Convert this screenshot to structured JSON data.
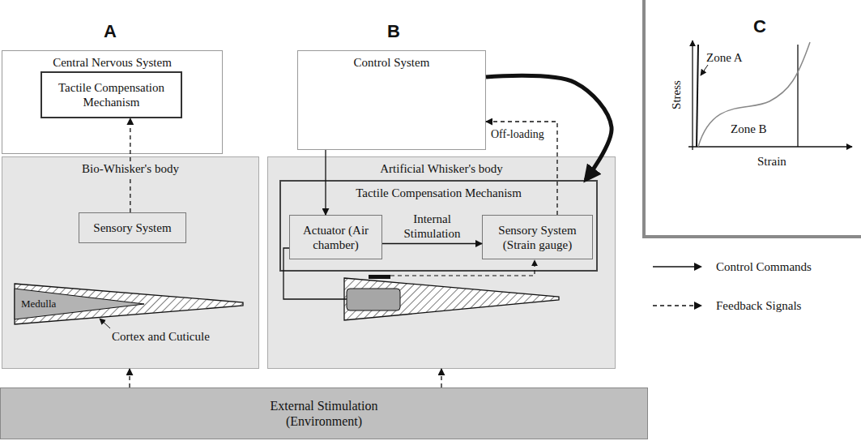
{
  "diagram": {
    "nodes": [
      {
        "text": [
          "Central Nervous System"
        ]
      },
      {
        "text": [
          "Tactile Compensation Mechanism"
        ],
        "in": 0
      },
      {
        "text": [
          "Control System"
        ]
      },
      {
        "text": [
          "Bio-Whisker's body"
        ]
      },
      {
        "text": [
          "Sensory System"
        ],
        "in": 3
      },
      {
        "text": [
          "Artificial Whisker's body"
        ]
      },
      {
        "text": [
          "Tactile Compensation Mechanism"
        ],
        "in": 5
      },
      {
        "text": [
          "Actuator (Air chamber)"
        ],
        "in": 6
      },
      {
        "text": [
          "Sensory System (Strain gauge)"
        ],
        "in": 6
      },
      {
        "text": [
          "External Stimulation (Environment)"
        ]
      }
    ],
    "edges": [
      {
        "from": 4,
        "to": 1,
        "arrow": "to"
      },
      {
        "from": 2,
        "to": 7,
        "arrow": "to"
      },
      {
        "from": 7,
        "to": 8,
        "label": "Internal Stimulation",
        "arrow": "to"
      },
      {
        "from": 8,
        "to": 2,
        "arrow": "to"
      },
      {
        "from": 2,
        "to": 6,
        "label": "Off-loading",
        "arrow": "to"
      },
      {
        "from": 9,
        "to": 3,
        "arrow": "to"
      },
      {
        "from": 9,
        "to": 5,
        "arrow": "to"
      }
    ],
    "labels": [
      "A",
      "B",
      "C",
      "Medulla",
      "Cortex and Cuticule",
      "Zone A",
      "Zone B",
      "Stress",
      "Strain"
    ],
    "legend": [
      {
        "text": "Control Commands"
      },
      {
        "text": "Feedback Signals"
      }
    ]
  }
}
